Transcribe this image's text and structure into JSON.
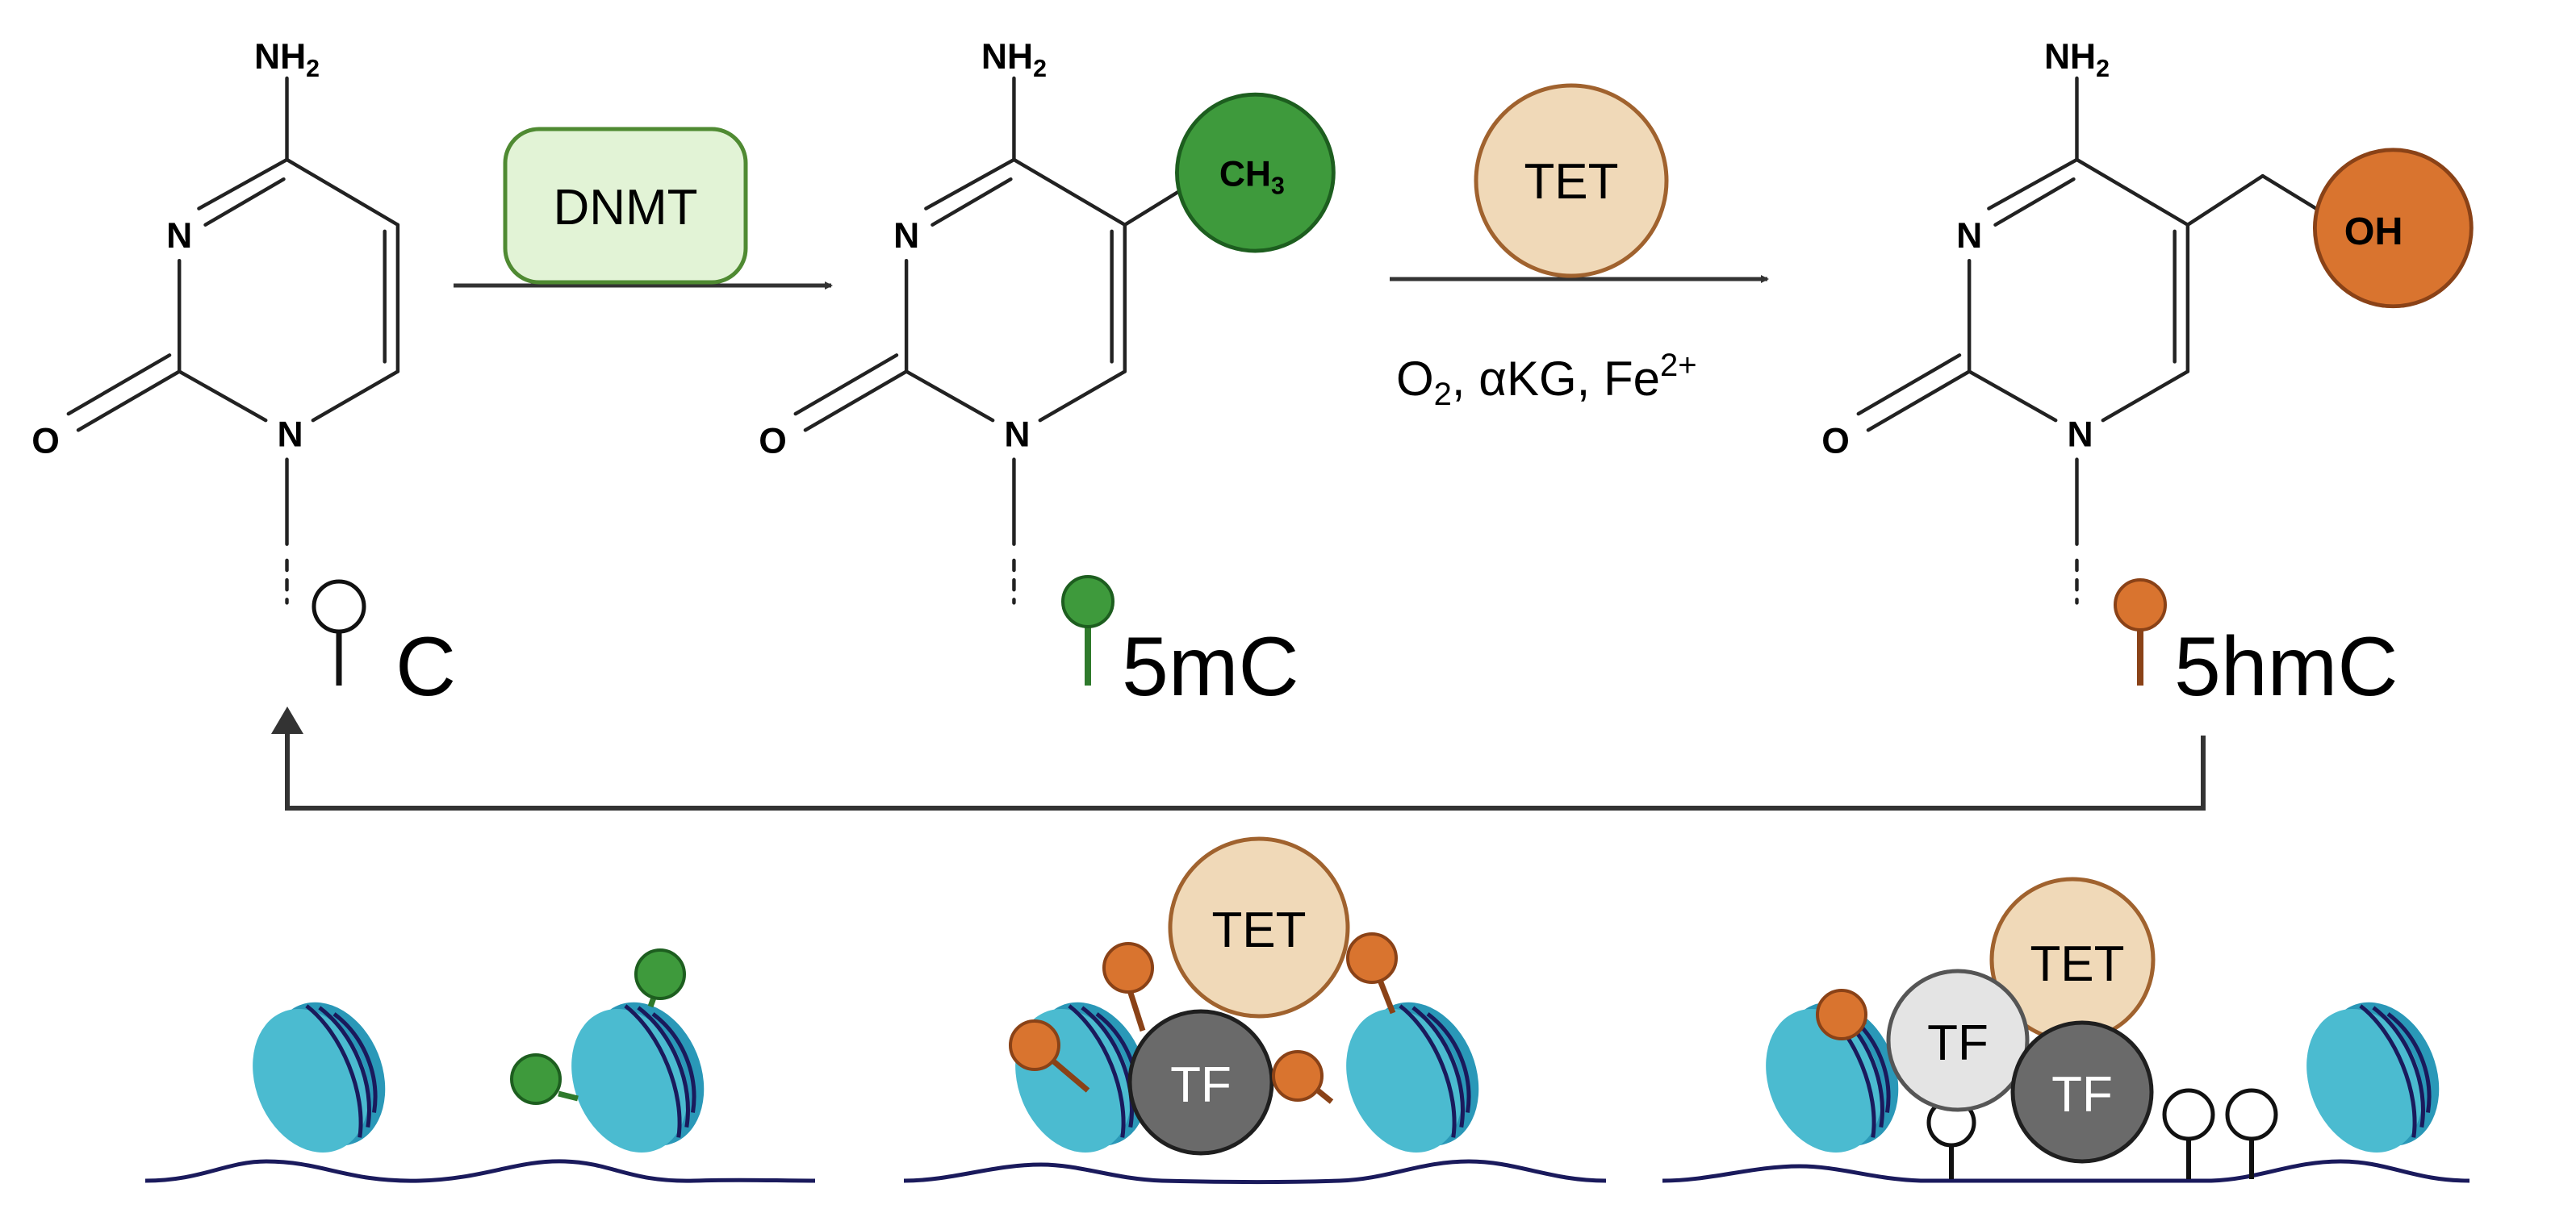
{
  "reaction": {
    "molecules": [
      {
        "id": "c",
        "amine": "NH",
        "amine_sub": "2",
        "ring_n3": "N",
        "ring_n1": "N",
        "carbonyl_o": "O",
        "label": "C",
        "color": "#ffffff"
      },
      {
        "id": "5mc",
        "amine": "NH",
        "amine_sub": "2",
        "ring_n3": "N",
        "ring_n1": "N",
        "carbonyl_o": "O",
        "label": "5mC",
        "group": "CH",
        "group_sub": "3",
        "color": "#3e9a3c"
      },
      {
        "id": "5hmc",
        "amine": "NH",
        "amine_sub": "2",
        "ring_n3": "N",
        "ring_n1": "N",
        "carbonyl_o": "O",
        "label": "5hmC",
        "group": "OH",
        "color": "#d9742f"
      }
    ],
    "enzyme1": "DNMT",
    "enzyme2": "TET",
    "cofactors": {
      "o": "O",
      "o_sub": "2",
      "rest": ", αKG, Fe",
      "fe_sup": "2+"
    }
  },
  "chromatin": {
    "tet": "TET",
    "tf": "TF"
  },
  "colors": {
    "methyl_green": "#3e9a3c",
    "hydroxymethyl_orange": "#d9742f",
    "tet_fill": "#f0d9b8",
    "tet_stroke": "#a0622e",
    "dnmt_fill": "#e2f3d6",
    "dnmt_stroke": "#4f8a32",
    "nucleosome": "#4bbbd0",
    "dna": "#1a1a5c",
    "tf_dark": "#6a6a6a",
    "tf_light": "#e4e4e4"
  }
}
